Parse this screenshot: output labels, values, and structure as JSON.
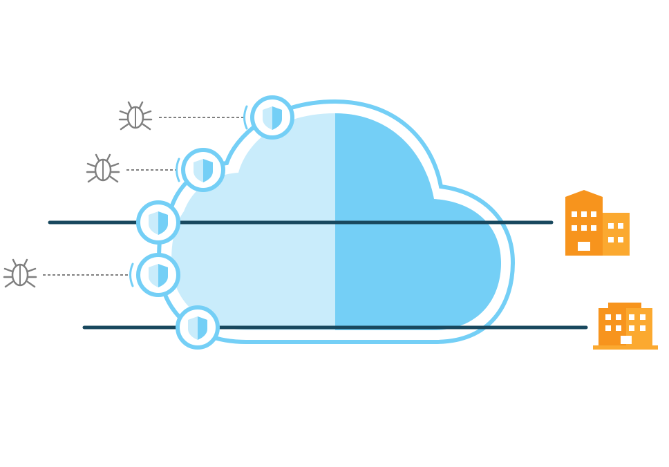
{
  "diagram": {
    "colors": {
      "cloud_outer": "#74CFF6",
      "cloud_light": "#C9ECFB",
      "cloud_dark": "#74CFF6",
      "line": "#18485E",
      "bug": "#7F7F7F",
      "dash": "#7F7F7F",
      "building_dark": "#F7941D",
      "building_light": "#FBA930",
      "window": "#FFFFFF"
    },
    "icons": {
      "shield": "shield-icon",
      "bug": "bug-icon",
      "building": "building-icon"
    },
    "nodes": [
      {
        "id": "shield-1",
        "type": "shield",
        "blocks_threat": true
      },
      {
        "id": "shield-2",
        "type": "shield",
        "blocks_threat": true
      },
      {
        "id": "shield-3",
        "type": "shield",
        "blocks_threat": false
      },
      {
        "id": "shield-4",
        "type": "shield",
        "blocks_threat": true
      },
      {
        "id": "shield-5",
        "type": "shield",
        "blocks_threat": false
      }
    ],
    "threats": [
      "bug-1",
      "bug-2",
      "bug-3"
    ],
    "sites": [
      "building-1",
      "building-2"
    ],
    "connections": [
      "connection-line-1",
      "connection-line-2"
    ]
  }
}
